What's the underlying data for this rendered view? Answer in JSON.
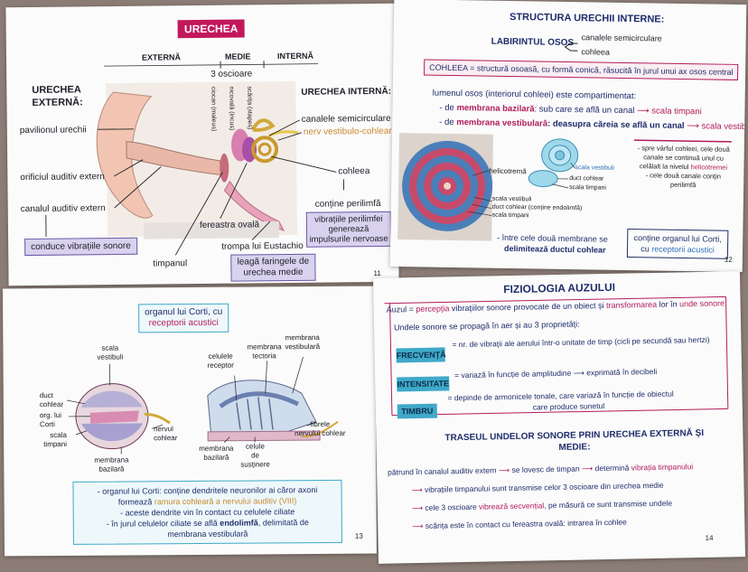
{
  "p11": {
    "title": "URECHEA",
    "top": {
      "externa": "EXTERNĂ",
      "medie": "MEDIE",
      "interna": "INTERNĂ"
    },
    "ossicles": "3 oscioare",
    "ossicle_names": [
      "ciocan (maleus)",
      "nicovală (incus)",
      "scărița (stapes)"
    ],
    "ext_title_1": "URECHEA",
    "ext_title_2": "EXTERNĂ:",
    "int_title": "URECHEA INTERNĂ:",
    "pavilion": "pavilionul urechii",
    "orificiu": "orificiul auditiv extern",
    "canal_ext": "canalul auditiv extern",
    "conduce": "conduce vibrațiile sonore",
    "timpanul": "timpanul",
    "fereastra": "fereastra ovală",
    "trompa": "trompa lui Eustachio",
    "leaga_1": "leagă faringele de",
    "leaga_2": "urechea medie",
    "canalele": "canalele semicirculare",
    "nerv": "nerv vestibulo-cohlear",
    "cohleea": "cohleea",
    "contine": "conține perilimfă",
    "vib_1": "vibrațiile perilimfei",
    "vib_2": "generează",
    "vib_3": "impulsurile nervoase",
    "num": "11"
  },
  "p12": {
    "title": "STRUCTURA URECHII INTERNE:",
    "labirint": "LABIRINTUL OSOS",
    "lab_1": "canalele semicirculare",
    "lab_2": "cohleea",
    "cohleea_def": "COHLEEA = structură osoasă, cu formă conică, răsucită în jurul unui ax osos central",
    "lumen": "lumenul osos (interiorul cohleei) este compartimentat:",
    "b1_pre": "- de ",
    "b1_mem": "membrana bazilară",
    "b1_mid": ": sub care se află un canal",
    "b1_res": "scala timpani",
    "b2_pre": "- de ",
    "b2_mem": "membrana vestibulară",
    "b2_mid": ": deasupra căreia se află un canal",
    "b2_res": "scala vestibuli",
    "helicotrema": "helicotremă",
    "sv": "scala vestibuli",
    "dc": "duct cohlear",
    "st": "scala timpani",
    "lab_sv": "scala vestibuli",
    "lab_dc": "duct cohlear (conține endolimfă)",
    "lab_st": "scala timpani",
    "right_note_1": "- spre vârful cohleei, cele două",
    "right_note_2": "canale se continuă unul cu",
    "right_note_3a": "celălalt la nivelul ",
    "right_note_3b": "helicotremei",
    "right_note_4": "- cele două canale conțin",
    "right_note_5": "perilimfă",
    "intre_1": "- între cele două membrane se",
    "intre_2": "delimitează ductul cohlear",
    "organ_1": "conține organul lui Corti,",
    "organ_2a": "cu ",
    "organ_2b": "receptorii acustici",
    "num": "12"
  },
  "p13": {
    "organ_1": "organul lui Corti, cu",
    "organ_2": "receptorii acustici",
    "scala_vest": "scala\nvestibuli",
    "duct": "duct\ncohlear",
    "org": "org. lui\nCorti",
    "scala_timp": "scala\ntimpani",
    "membrana_baz": "membrana\nbazilară",
    "nervul": "nervul\ncohlear",
    "celule_rec": "celulele\nreceptor",
    "membrana_tect": "membrana\ntectoria",
    "membrana_vest": "membrana\nvestibulară",
    "fibrele": "fibrele\nnervului cohlear",
    "membrana_baz2": "membrana\nbazilară",
    "celule_sus": "celule\nde\nsusținere",
    "n1a": "- organul lui Corti: conține dendritele neuronilor ai căror axoni",
    "n1b": "formează ",
    "n1c": "ramura cohleară a nervului auditiv (VIII)",
    "n2": "- aceste dendrite vin în contact cu celulele ciliate",
    "n3a": "- în jurul celulelor ciliate se află ",
    "n3b": "endolimfă",
    "n3c": ", delimitată de",
    "n4": "membrana vestibulară",
    "num": "13"
  },
  "p14": {
    "title": "FIZIOLOGIA AUZULUI",
    "auzul_a": "Auzul = ",
    "auzul_b": "percepția",
    "auzul_c": " vibrațiilor sonore provocate de un obiect și ",
    "auzul_d": "transformarea",
    "auzul_e": " lor în ",
    "auzul_f": "unde sonore",
    "undele": "Undele sonore se propagă în aer și au 3 proprietăți:",
    "frecventa": "FRECVENȚĂ",
    "frecventa_def": "= nr. de vibrații ale aerului într-o unitate de timp (cicli pe secundă sau hertzi)",
    "intensitate": "INTENSITATE",
    "intensitate_def_a": "= variază în funcție de amplitudine",
    "intensitate_def_b": "exprimată în decibeli",
    "timbru": "TIMBRU",
    "timbru_def_1": "= depinde de armonicele tonale, care variază în funcție de obiectul",
    "timbru_def_2": "care produce sunetul",
    "traseul_1": "TRASEUL UNDELOR SONORE PRIN URECHEA EXTERNĂ ȘI",
    "traseul_2": "MEDIE:",
    "s1a": "pătrund în canalul auditiv extern",
    "s1b": "se lovesc de timpan",
    "s1c": "determină ",
    "s1d": "vibrația timpanului",
    "s2": "vibrațiile timpanului sunt transmise celor 3 oscioare din urechea medie",
    "s3a": "cele 3 oscioare ",
    "s3b": "vibrează secvențial",
    "s3c": ", pe măsură ce sunt transmise undele",
    "s4": "scărița este în contact cu fereastra ovală: intrarea în cohlee",
    "num": "14"
  },
  "colors": {
    "pink": "#b21d5c",
    "navy": "#1f2d6b",
    "blue": "#2b6fb8",
    "lavender_box": "#d9d2ee",
    "teal_box": "#3fa9c9",
    "title_bg": "#c2185b"
  }
}
